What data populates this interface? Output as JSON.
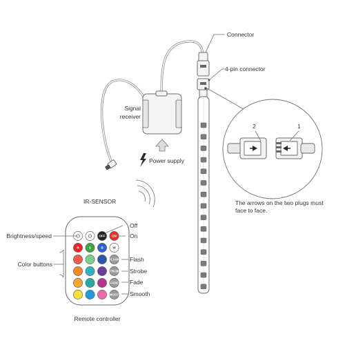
{
  "labels": {
    "connector": "Connector",
    "four_pin_connector": "4-pin connector",
    "signal_receiver_line1": "Signal",
    "signal_receiver_line2": "receiver",
    "power_supply": "Power supply",
    "ir_sensor": "IR-SENSOR",
    "note_line1": "The arrows on the two plugs must",
    "note_line2": "face to face.",
    "plug_number_2": "2",
    "plug_number_1": "1",
    "brightness_speed": "Brightness/speed",
    "color_buttons": "Color buttons",
    "off": "Off",
    "on": "On",
    "flash": "Flash",
    "strobe": "Strobe",
    "fade": "Fade",
    "smooth": "Smooth",
    "remote_controller": "Remote controller"
  },
  "remote": {
    "buttons": [
      [
        {
          "text": "",
          "color": "#ffffff",
          "icon": "brightness-down-icon"
        },
        {
          "text": "",
          "color": "#ffffff",
          "icon": "brightness-up-icon"
        },
        {
          "text": "OFF",
          "color": "#222222"
        },
        {
          "text": "ON",
          "color": "#e0322f"
        }
      ],
      [
        {
          "text": "R",
          "color": "#e8262b"
        },
        {
          "text": "G",
          "color": "#3aa541"
        },
        {
          "text": "B",
          "color": "#2d63c8"
        },
        {
          "text": "W",
          "color": "#ffffff"
        }
      ],
      [
        {
          "text": "",
          "color": "#ef5a4a"
        },
        {
          "text": "",
          "color": "#7ccf8b"
        },
        {
          "text": "",
          "color": "#2b57a6"
        },
        {
          "text": "FLASH",
          "color": "#9a9a9a"
        }
      ],
      [
        {
          "text": "",
          "color": "#f28a2e"
        },
        {
          "text": "",
          "color": "#2fb4c4"
        },
        {
          "text": "",
          "color": "#6a3d9a"
        },
        {
          "text": "STROBE",
          "color": "#9a9a9a"
        }
      ],
      [
        {
          "text": "",
          "color": "#f6a531"
        },
        {
          "text": "",
          "color": "#27a8a0"
        },
        {
          "text": "",
          "color": "#b5368f"
        },
        {
          "text": "FADE",
          "color": "#9a9a9a"
        }
      ],
      [
        {
          "text": "",
          "color": "#f7e03a"
        },
        {
          "text": "",
          "color": "#1f9bd7"
        },
        {
          "text": "",
          "color": "#e86bb2"
        },
        {
          "text": "SMOOTH",
          "color": "#9a9a9a"
        }
      ]
    ]
  }
}
